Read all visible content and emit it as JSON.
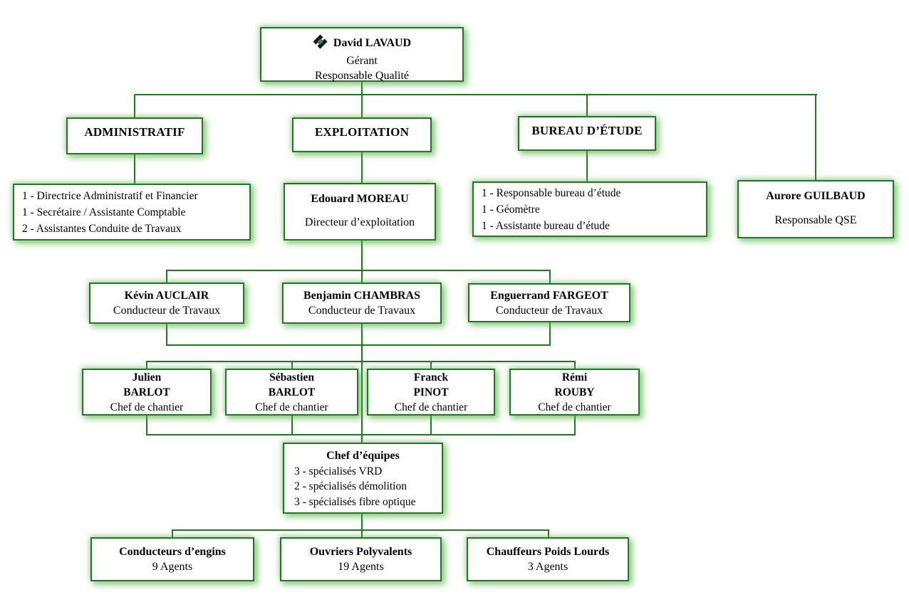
{
  "accent": "#1d7a21",
  "root": {
    "name": "David LAVAUD",
    "role1": "Gérant",
    "role2": "Responsable Qualité"
  },
  "dept_titles": {
    "admin": "ADMINISTRATIF",
    "exploitation": "EXPLOITATION",
    "bureau": "BUREAU D’ÉTUDE"
  },
  "admin_staff": [
    "1 - Directrice Administratif et Financier",
    "1 - Secrétaire / Assistante Comptable",
    "2 - Assistantes Conduite de Travaux"
  ],
  "bureau_staff": [
    "1 - Responsable bureau d’étude",
    "1 - Géomètre",
    "1 - Assistante bureau d’étude"
  ],
  "director": {
    "name": "Edouard MOREAU",
    "role": "Directeur d’exploitation"
  },
  "qse": {
    "name": "Aurore GUILBAUD",
    "role": "Responsable QSE"
  },
  "conducteurs": [
    {
      "name": "Kévin AUCLAIR",
      "role": "Conducteur de Travaux"
    },
    {
      "name": "Benjamin CHAMBRAS",
      "role": "Conducteur de Travaux"
    },
    {
      "name": "Enguerrand FARGEOT",
      "role": "Conducteur de Travaux"
    }
  ],
  "chefs": [
    {
      "first": "Julien",
      "last": "BARLOT",
      "role": "Chef de chantier"
    },
    {
      "first": "Sébastien",
      "last": "BARLOT",
      "role": "Chef de chantier"
    },
    {
      "first": "Franck",
      "last": "PINOT",
      "role": "Chef de chantier"
    },
    {
      "first": "Rémi",
      "last": "ROUBY",
      "role": "Chef de chantier"
    }
  ],
  "chef_equipes": {
    "title": "Chef d’équipes",
    "items": [
      "3 - spécialisés VRD",
      "2 - spécialisés démolition",
      "3 - spécialisés fibre optique"
    ]
  },
  "teams": [
    {
      "title": "Conducteurs d’engins",
      "count": "9 Agents"
    },
    {
      "title": "Ouvriers Polyvalents",
      "count": "19 Agents"
    },
    {
      "title": "Chauffeurs Poids Lourds",
      "count": "3 Agents"
    }
  ]
}
